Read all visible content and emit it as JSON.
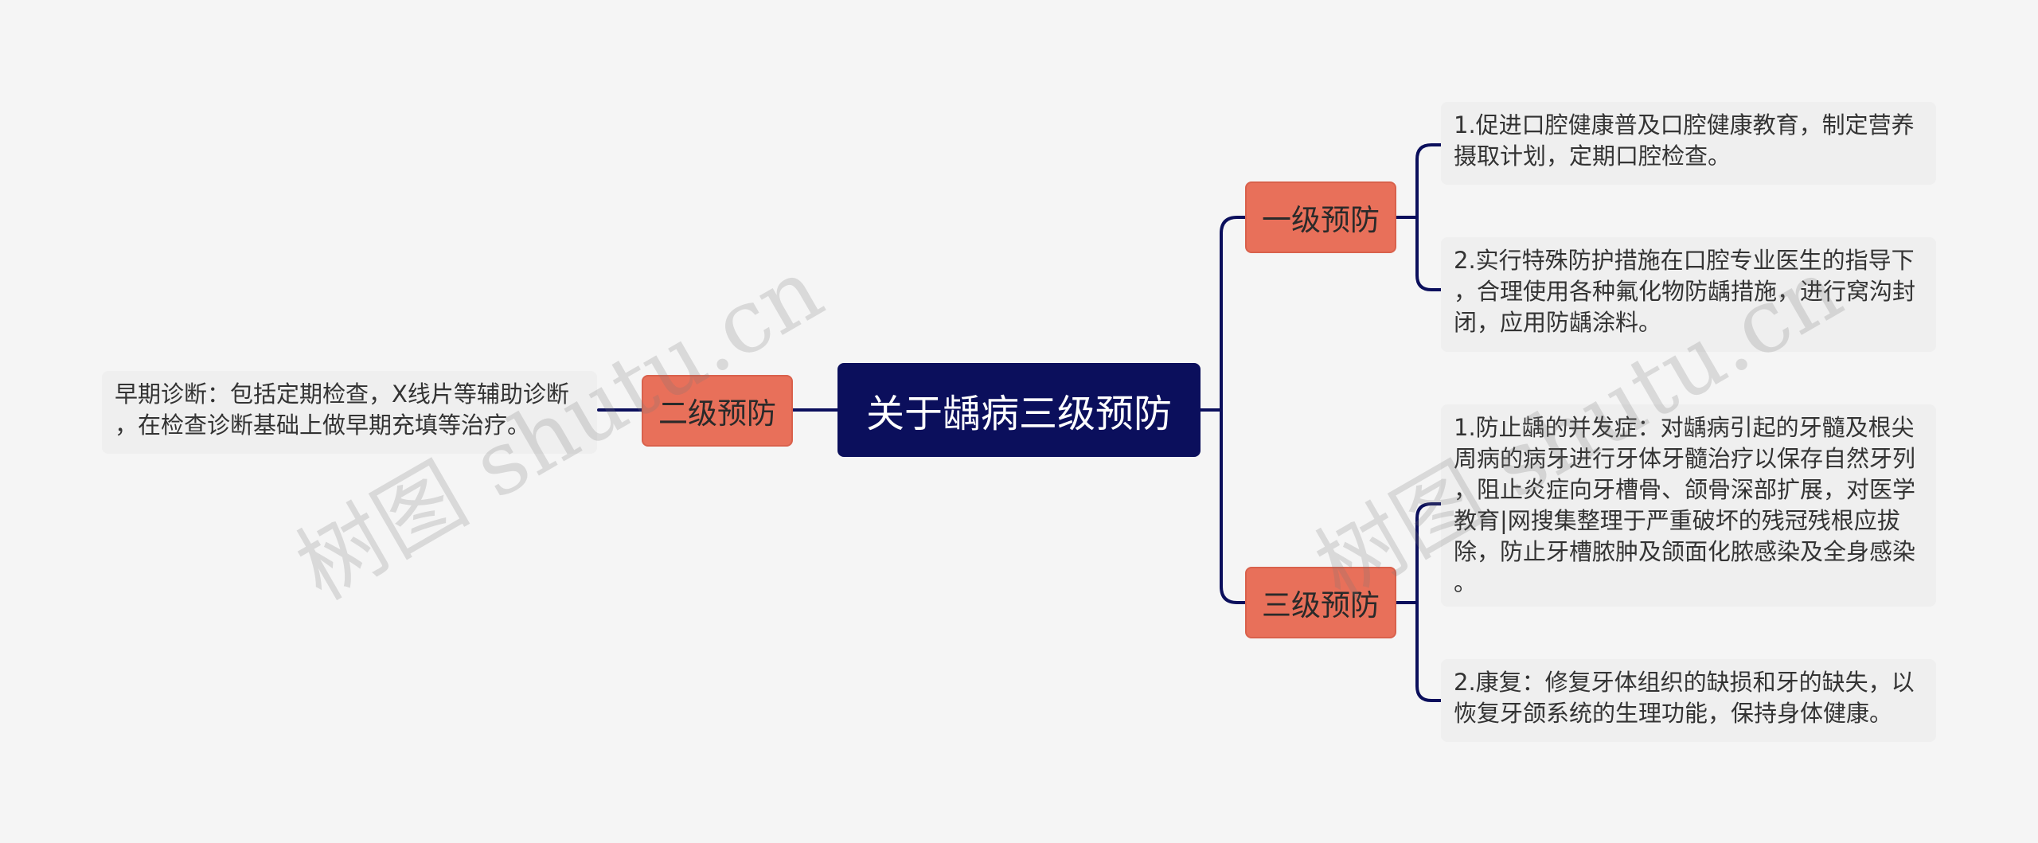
{
  "root": {
    "label": "关于龋病三级预防"
  },
  "branches": {
    "primary": {
      "label": "一级预防",
      "items": [
        "1.促进口腔健康普及口腔健康教育，制定营养\n摄取计划，定期口腔检查。",
        "2.实行特殊防护措施在口腔专业医生的指导下\n，合理使用各种氟化物防龋措施，进行窝沟封\n闭，应用防龋涂料。"
      ]
    },
    "secondary": {
      "label": "二级预防",
      "items": [
        "早期诊断：包括定期检查，X线片等辅助诊断\n，在检查诊断基础上做早期充填等治疗。"
      ]
    },
    "tertiary": {
      "label": "三级预防",
      "items": [
        "1.防止龋的并发症：对龋病引起的牙髓及根尖\n周病的病牙进行牙体牙髓治疗以保存自然牙列\n，阻止炎症向牙槽骨、颌骨深部扩展，对医学\n教育|网搜集整理于严重破坏的残冠残根应拔\n除，防止牙槽脓肿及颌面化脓感染及全身感染\n。",
        "2.康复：修复牙体组织的缺损和牙的缺失，以\n恢复牙颌系统的生理功能，保持身体健康。"
      ]
    }
  },
  "watermarks": [
    "树图 shutu.cn",
    "树图 shutu.cn"
  ],
  "colors": {
    "background": "#f5f5f5",
    "root": "#0b0f5c",
    "branch": "#e8705a",
    "leaf": "#efefef",
    "connector": "#0b0f5c"
  }
}
